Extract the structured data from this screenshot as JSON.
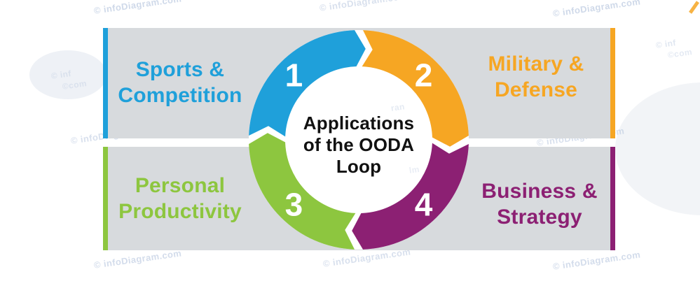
{
  "title": "Applications of the OODA Loop",
  "colors": {
    "blue": "#1FA0DA",
    "orange": "#F6A623",
    "green": "#8DC63F",
    "purple": "#8C2073",
    "panel": "#D7DADD",
    "center-text": "#111111",
    "number-text": "#FFFFFF",
    "watermark": "#A9BBD8",
    "canvas-bg": "#FFFFFF"
  },
  "center_label": {
    "line1": "Applications",
    "line2": "of the OODA",
    "line3": "Loop"
  },
  "quadrants": [
    {
      "id": "sports",
      "line1": "Sports &",
      "line2": "Competition",
      "number": "1",
      "color_key": "blue",
      "position": "top-left"
    },
    {
      "id": "military",
      "line1": "Military &",
      "line2": "Defense",
      "number": "2",
      "color_key": "orange",
      "position": "top-right"
    },
    {
      "id": "personal",
      "line1": "Personal",
      "line2": "Productivity",
      "number": "3",
      "color_key": "green",
      "position": "bottom-left"
    },
    {
      "id": "business",
      "line1": "Business &",
      "line2": "Strategy",
      "number": "4",
      "color_key": "purple",
      "position": "bottom-right"
    }
  ],
  "ring": {
    "direction": "clockwise",
    "segments": [
      {
        "number": "1",
        "color_key": "blue",
        "start": 270,
        "end": 360,
        "number_angle": 315
      },
      {
        "number": "2",
        "color_key": "orange",
        "start": 0,
        "end": 90,
        "number_angle": 45
      },
      {
        "number": "4",
        "color_key": "purple",
        "start": 90,
        "end": 180,
        "number_angle": 135
      },
      {
        "number": "3",
        "color_key": "green",
        "start": 180,
        "end": 270,
        "number_angle": 225
      }
    ]
  },
  "watermarks": {
    "text": "© infoDiagram.com",
    "fragments": [
      "© inf",
      "©com",
      "ran",
      "lm"
    ]
  }
}
